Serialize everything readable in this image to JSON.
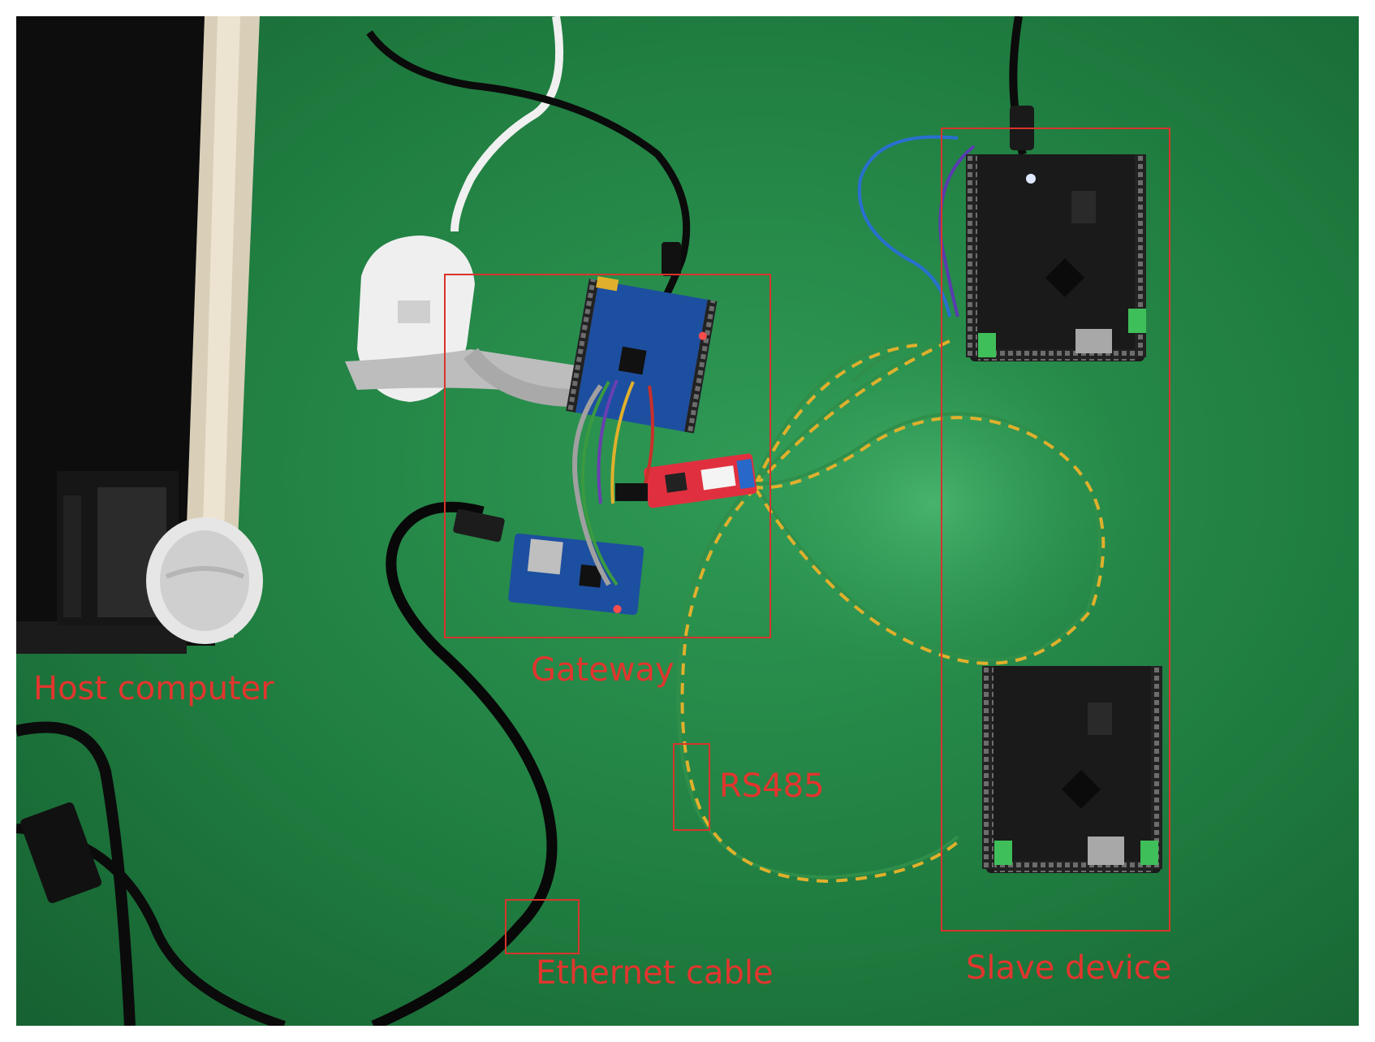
{
  "labels": {
    "host_computer": "Host computer",
    "gateway": "Gateway",
    "rs485": "RS485",
    "ethernet_cable": "Ethernet cable",
    "slave_device": "Slave device"
  },
  "colors": {
    "background": "#1e7a3e",
    "annotation": "#e2352e",
    "pcb_gateway": "#1d4fa0",
    "pcb_slave": "#1a1a1a",
    "rs485_module": "#e0303f",
    "wire_green": "#2f8f4a",
    "wire_yellow": "#e0b02c",
    "cable_black": "#0b0b0b"
  }
}
